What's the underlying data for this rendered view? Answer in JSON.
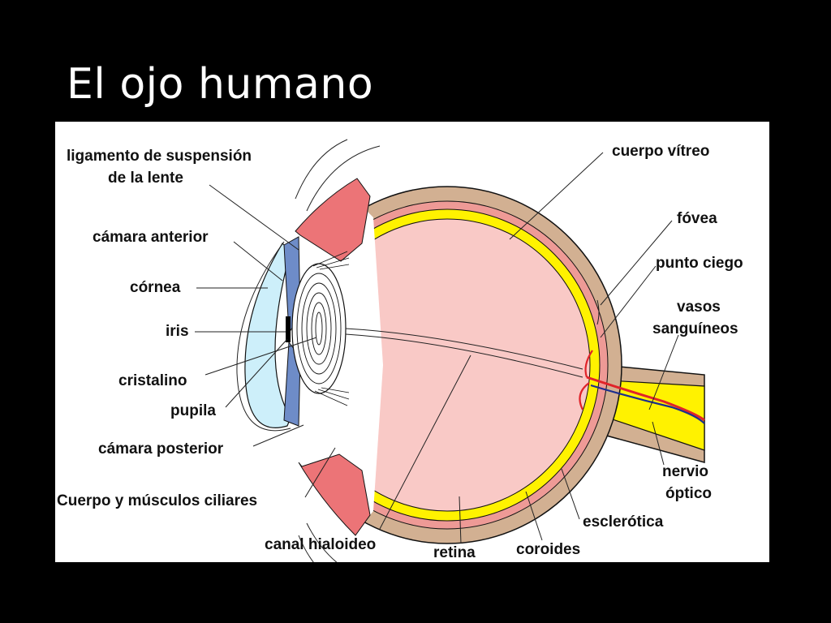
{
  "slide": {
    "title": "El ojo humano"
  },
  "labels": {
    "ligamento_1": "ligamento de suspensión",
    "ligamento_2": "de la lente",
    "camara_anterior": "cámara anterior",
    "cornea": "córnea",
    "iris": "iris",
    "cristalino": "cristalino",
    "pupila": "pupila",
    "camara_posterior": "cámara posterior",
    "cuerpo_ciliar": "Cuerpo y músculos ciliares",
    "canal_hialoideo": "canal hialoideo",
    "retina": "retina",
    "coroides": "coroides",
    "esclerotica": "esclerótica",
    "nervio_1": "nervio",
    "nervio_2": "óptico",
    "vasos_1": "vasos",
    "vasos_2": "sanguíneos",
    "punto_ciego": "punto ciego",
    "fovea": "fóvea",
    "cuerpo_vitreo": "cuerpo vítreo"
  },
  "colors": {
    "background": "#000000",
    "sclera": "#D2B092",
    "choroid": "#EE9A96",
    "retina": "#FFF200",
    "vitreous": "#F9C9C6",
    "ciliary": "#EC7477",
    "iris": "#6E8CC8",
    "cornea_fluid": "#CDEFFA",
    "vessel": "#E0242A",
    "vessel_dark": "#1B2E8F"
  }
}
